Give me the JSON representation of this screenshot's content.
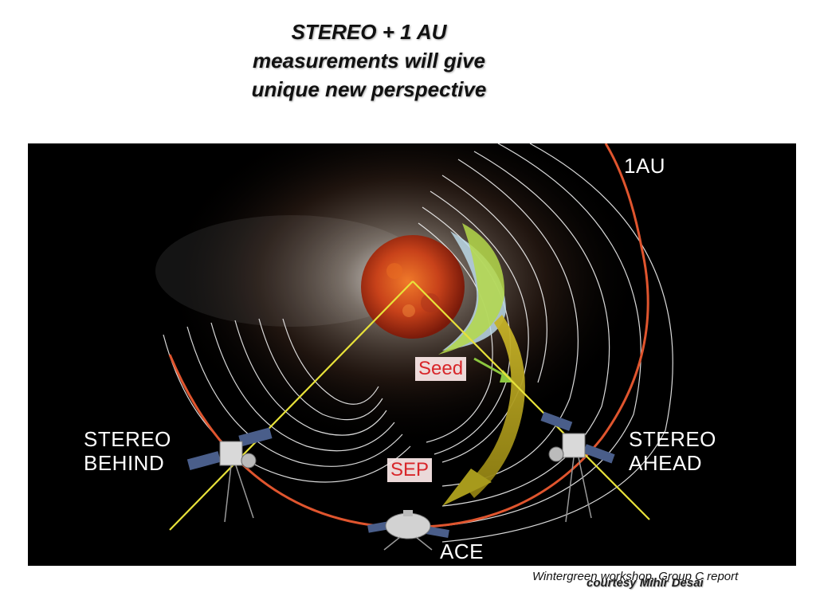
{
  "title": {
    "line1": "STEREO + 1 AU",
    "line2": "measurements will give",
    "line3": "unique new perspective"
  },
  "figure": {
    "orbit_label": "1AU",
    "seed_label": "Seed",
    "sep_label": "SEP",
    "stereo_behind": {
      "line1": "STEREO",
      "line2": "BEHIND"
    },
    "stereo_ahead": {
      "line1": "STEREO",
      "line2": "AHEAD"
    },
    "ace_label": "ACE",
    "colors": {
      "orbit": "#e0552e",
      "sightline": "#e8e23a",
      "field_lines": "#f2f2f2",
      "sep_arrow": "#a79a1c",
      "seed_arrow": "#b4d84a",
      "sun": "#c8421a"
    },
    "icons": [
      "sun-icon",
      "spacecraft-icon"
    ]
  },
  "footer": {
    "report": "Wintergreen workshop, Group C report",
    "credit": "courtesy Mihir Desai"
  }
}
